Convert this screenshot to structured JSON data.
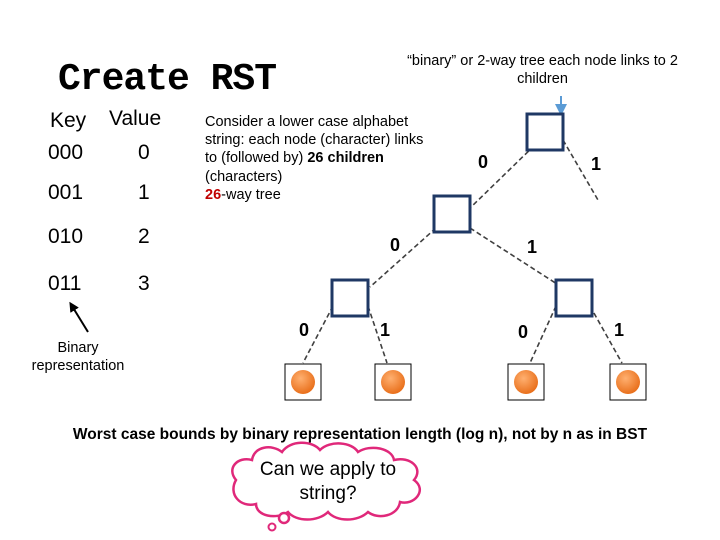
{
  "title": "Create RST",
  "table": {
    "key_header": "Key",
    "value_header": "Value",
    "rows": [
      {
        "key": "000",
        "value": "0"
      },
      {
        "key": "001",
        "value": "1"
      },
      {
        "key": "010",
        "value": "2"
      },
      {
        "key": "011",
        "value": "3"
      }
    ]
  },
  "binary_label": "Binary representation",
  "note": {
    "line1": "Consider a lower case alphabet string:",
    "line2": "each node (character) links to (followed by) ",
    "line2_bold": "26 children",
    "line3": "(characters)",
    "line4_red": "26",
    "line4": "-way tree"
  },
  "binary_tree_note": "“binary” or 2-way tree each node links to 2 children",
  "edge_labels": {
    "root_left": "0",
    "root_right": "1",
    "mid_left": "0",
    "mid_right": "1",
    "ll_left": "0",
    "ll_right": "1",
    "rl_left": "0",
    "rl_right": "1"
  },
  "worst_case": "Worst case bounds by binary representation length (log n), not by n as in BST",
  "cloud_text": "Can we apply to string?",
  "colors": {
    "node_border": "#1f3864",
    "leaf_fill": "#f07f2a",
    "arrow": "#5b9bd5",
    "edge": "#404040",
    "highlight": "#c00000"
  }
}
